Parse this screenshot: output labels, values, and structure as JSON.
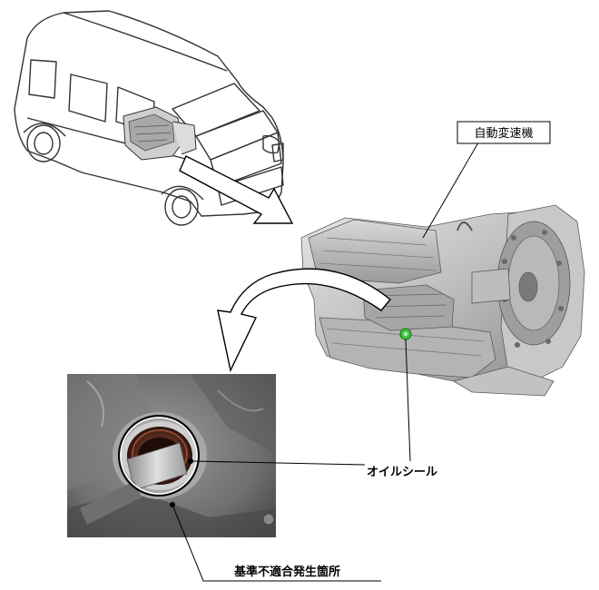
{
  "labels": {
    "transmission": "自動変速機",
    "oil_seal": "オイルシール",
    "defect_location": "基準不適合発生箇所"
  }
}
